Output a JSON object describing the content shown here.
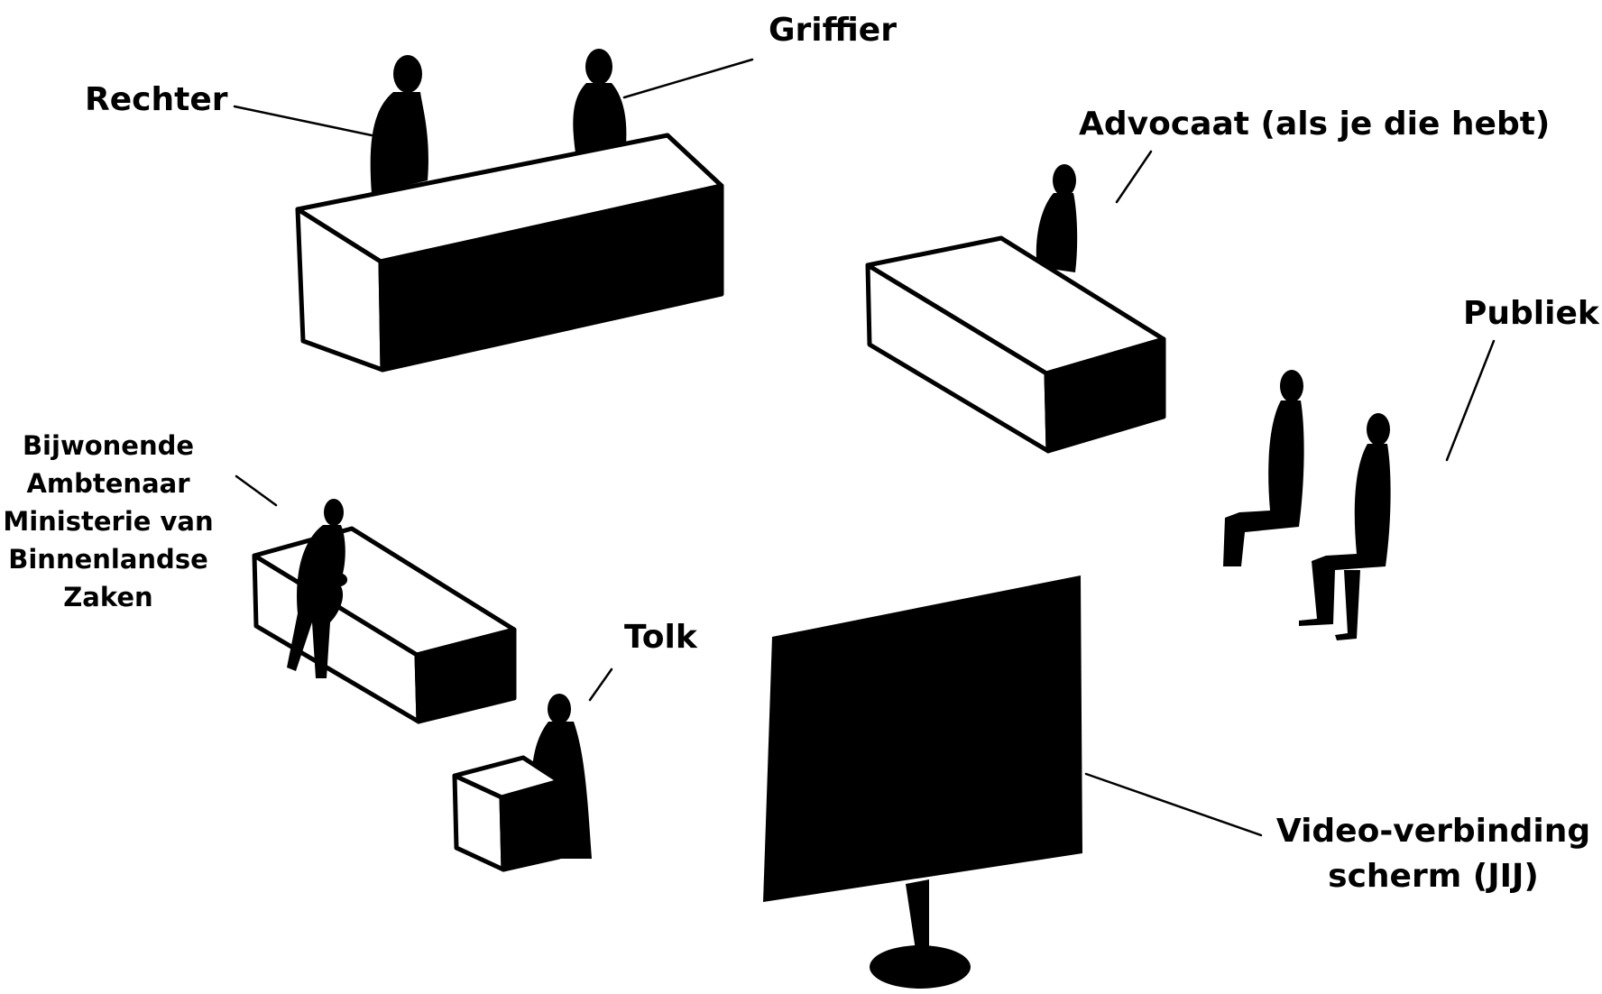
{
  "labels": {
    "rechter": "Rechter",
    "griffier": "Griffier",
    "advocaat": "Advocaat (als je die hebt)",
    "publiek": "Publiek",
    "ambtenaar": [
      "Bijwonende",
      "Ambtenaar",
      "Ministerie van",
      "Binnenlandse",
      "Zaken"
    ],
    "tolk": "Tolk",
    "video": [
      "Video-verbinding",
      "scherm (JIJ)"
    ]
  },
  "colors": {
    "ink": "#000000",
    "background": "#ffffff"
  }
}
